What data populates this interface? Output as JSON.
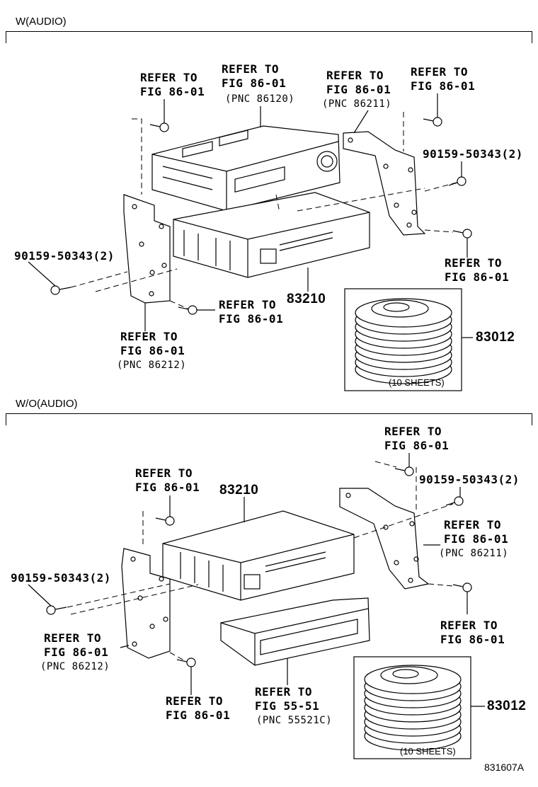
{
  "sections": [
    {
      "title": "W(AUDIO)"
    },
    {
      "title": "W/O(AUDIO)"
    }
  ],
  "labels_top": {
    "refer_fig_a": "REFER TO\nFIG 86-01",
    "refer_fig_b": "REFER TO\nFIG 86-01",
    "pnc_b": "(PNC 86120)",
    "refer_fig_c": "REFER TO\nFIG 86-01",
    "pnc_c": "(PNC 86211)",
    "refer_fig_d": "REFER TO\nFIG 86-01",
    "bolt_right": "90159-50343(2)",
    "refer_fig_e": "REFER TO\nFIG 86-01",
    "bolt_left": "90159-50343(2)",
    "unit_num": "83210",
    "refer_fig_f": "REFER TO\nFIG 86-01",
    "refer_fig_g": "REFER TO\nFIG 86-01",
    "pnc_g": "(PNC 86212)",
    "disc_num": "83012",
    "disc_sheets": "(10 SHEETS)"
  },
  "labels_bottom": {
    "refer_fig_a": "REFER TO\nFIG 86-01",
    "refer_fig_b": "REFER TO\nFIG 86-01",
    "bolt_right": "90159-50343(2)",
    "unit_num": "83210",
    "refer_fig_c": "REFER TO\nFIG 86-01",
    "pnc_c": "(PNC 86211)",
    "bolt_left": "90159-50343(2)",
    "refer_fig_d": "REFER TO\nFIG 86-01",
    "refer_fig_e": "REFER TO\nFIG 86-01",
    "pnc_e": "(PNC 86212)",
    "refer_fig_f": "REFER TO\nFIG 86-01",
    "refer_fig_g": "REFER TO\nFIG 55-51",
    "pnc_g": "(PNC 55521C)",
    "disc_num": "83012",
    "disc_sheets": "(10 SHEETS)"
  },
  "figure_id": "831607A"
}
